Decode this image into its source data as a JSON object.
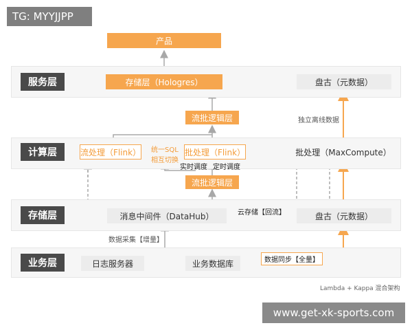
{
  "watermark_tg": "TG: MYYJJPP",
  "watermark_url": "www.get-xk-sports.com",
  "caption": "Lambda + Kappa 混合架构",
  "layers": {
    "service": "服务层",
    "compute": "计算层",
    "storage": "存储层",
    "business": "业务层"
  },
  "nodes": {
    "product": "产品",
    "hologres": "存储层（Hologres）",
    "pangu_meta_top": "盘古（元数据）",
    "batch_logic_top": "流批逻辑层",
    "stream_flink": "流处理（Flink）",
    "batch_flink": "批处理（Flink）",
    "maxcompute": "批处理（MaxCompute）",
    "batch_logic_mid": "流批逻辑层",
    "datahub": "消息中间件（DataHub）",
    "pangu_meta_bottom": "盘古（元数据）",
    "log_server": "日志服务器",
    "biz_db": "业务数据库"
  },
  "edge_labels": {
    "offline_data": "独立离线数据",
    "unified_sql": "统一SQL",
    "mutual_switch": "相互切换",
    "realtime_schedule": "实时调度",
    "timed_schedule": "定时调度",
    "cloud_storage": "云存储【回流】",
    "data_collect": "数据采集【增量】",
    "data_sync": "数据同步【全量】"
  },
  "colors": {
    "accent": "#f6a64e",
    "dark_label": "#4a4a4a",
    "line_gray": "#a8a8a8"
  }
}
